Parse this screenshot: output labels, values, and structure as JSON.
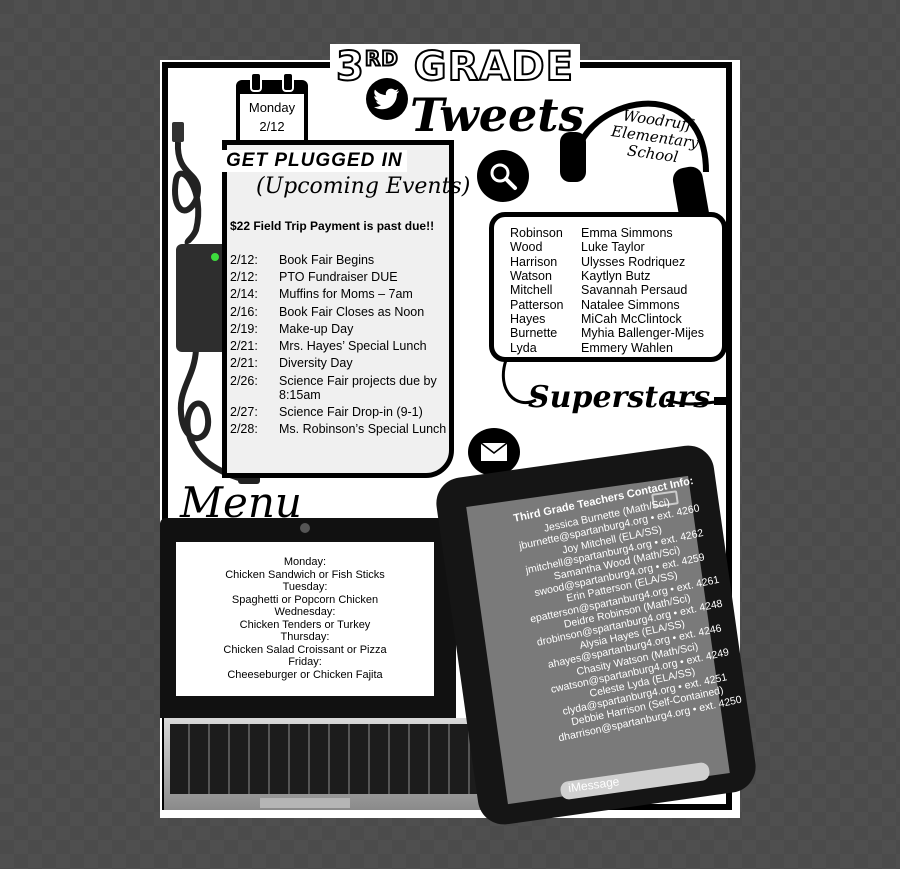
{
  "header": {
    "grade": "3",
    "grade_suffix": "RD",
    "grade_word": "GRADE",
    "tweets": "Tweets"
  },
  "calendar": {
    "day": "Monday",
    "date": "2/12"
  },
  "school": {
    "name": "Woodruff Elementary School"
  },
  "events": {
    "heading": "GET PLUGGED IN",
    "subheading": "(Upcoming Events)",
    "alert": "$22 Field Trip Payment is past due!!",
    "items": [
      {
        "date": "2/12:",
        "text": "Book Fair Begins"
      },
      {
        "date": "2/12:",
        "text": "PTO Fundraiser DUE"
      },
      {
        "date": "2/14:",
        "text": "Muffins for Moms – 7am"
      },
      {
        "date": "2/16:",
        "text": "Book Fair Closes as Noon"
      },
      {
        "date": "2/19:",
        "text": "Make-up Day"
      },
      {
        "date": "2/21:",
        "text": "Mrs. Hayes’ Special Lunch"
      },
      {
        "date": "2/21:",
        "text": "Diversity Day"
      },
      {
        "date": "2/26:",
        "text": "Science Fair projects due by 8:15am"
      },
      {
        "date": "2/27:",
        "text": "Science Fair Drop-in (9-1)"
      },
      {
        "date": "2/28:",
        "text": "Ms. Robinson’s Special Lunch"
      }
    ]
  },
  "superstars": {
    "title": "Superstars",
    "rows": [
      {
        "teacher": "Robinson",
        "student": "Emma Simmons"
      },
      {
        "teacher": "Wood",
        "student": "Luke Taylor"
      },
      {
        "teacher": "Harrison",
        "student": "Ulysses Rodriquez"
      },
      {
        "teacher": "Watson",
        "student": "Kaytlyn Butz"
      },
      {
        "teacher": "Mitchell",
        "student": "Savannah Persaud"
      },
      {
        "teacher": "Patterson",
        "student": "Natalee Simmons"
      },
      {
        "teacher": "Hayes",
        "student": "MiCah McClintock"
      },
      {
        "teacher": "Burnette",
        "student": "Myhia Ballenger-Mijes"
      },
      {
        "teacher": "Lyda",
        "student": "Emmery Wahlen"
      }
    ]
  },
  "menu": {
    "title": "Menu",
    "lines": [
      "Monday:",
      "Chicken Sandwich or Fish Sticks",
      "Tuesday:",
      "Spaghetti or Popcorn Chicken",
      "Wednesday:",
      "Chicken Tenders or Turkey",
      "Thursday:",
      "Chicken Salad Croissant or Pizza",
      "Friday:",
      "Cheeseburger or Chicken Fajita"
    ]
  },
  "contacts": {
    "title": "Third Grade Teachers Contact Info:",
    "lines": [
      "Jessica Burnette (Math/Sci)",
      "jburnette@spartanburg4.org • ext. 4260",
      "Joy Mitchell (ELA/SS)",
      "jmitchell@spartanburg4.org • ext. 4262",
      "Samantha Wood (Math/Sci)",
      "swood@spartanburg4.org • ext. 4259",
      "Erin Patterson (ELA/SS)",
      "epatterson@spartanburg4.org • ext. 4261",
      "Deidre Robinson (Math/Sci)",
      "drobinson@spartanburg4.org • ext. 4248",
      "Alysia Hayes (ELA/SS)",
      "ahayes@spartanburg4.org • ext. 4246",
      "Chasity Watson (Math/Sci)",
      "cwatson@spartanburg4.org • ext. 4249",
      "Celeste Lyda (ELA/SS)",
      "clyda@spartanburg4.org • ext. 4251",
      "Debbie Harrison (Self-Contained)",
      "dharrison@spartanburg4.org • ext. 4250"
    ],
    "message_placeholder": "iMessage"
  },
  "icons": [
    "calendar-icon",
    "twitter-bird-icon",
    "search-icon",
    "headphones-icon",
    "mail-icon",
    "charger-icon",
    "laptop-icon",
    "tablet-icon"
  ]
}
